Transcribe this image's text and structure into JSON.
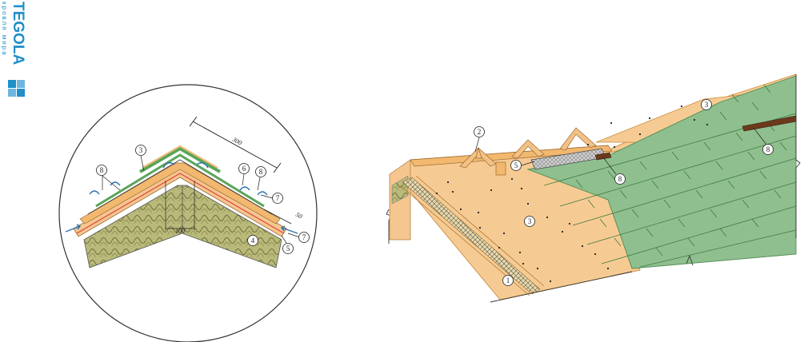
{
  "logo": {
    "brand": "TEGOLA",
    "tagline": "кровля мира"
  },
  "detail": {
    "dim_top": "300",
    "dim_right": "50",
    "dim_bottom": "100",
    "callouts": [
      "3",
      "8",
      "6",
      "8",
      "7",
      "7",
      "5",
      "4"
    ]
  },
  "roof": {
    "callouts": [
      "2",
      "5",
      "8",
      "3",
      "3",
      "8",
      "1"
    ]
  },
  "colors": {
    "shingle": "#8fbf8f",
    "osb": "#f3c48a",
    "insulation": "#b7b777",
    "accent_arrow": "#2a6fb0",
    "logo": "#1f8fc8"
  }
}
